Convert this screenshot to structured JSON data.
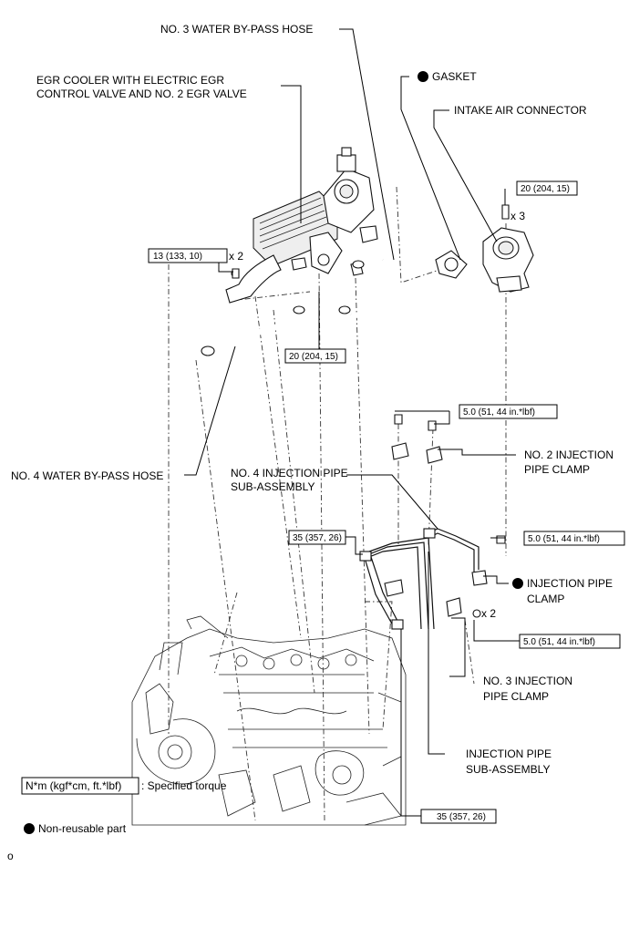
{
  "labels": {
    "water_hose_3": "NO. 3 WATER BY-PASS HOSE",
    "egr_line1": "EGR COOLER WITH ELECTRIC EGR",
    "egr_line2": "CONTROL VALVE AND NO. 2 EGR VALVE",
    "gasket": "GASKET",
    "intake_air": "INTAKE AIR CONNECTOR",
    "water_hose_4": "NO. 4 WATER BY-PASS HOSE",
    "inj_pipe4_line1": "NO. 4 INJECTION PIPE",
    "inj_pipe4_line2": "SUB-ASSEMBLY",
    "clamp2_line1": "NO. 2 INJECTION",
    "clamp2_line2": "PIPE CLAMP",
    "inj_clamp_line1": "INJECTION PIPE",
    "inj_clamp_line2": "CLAMP",
    "clamp3_line1": "NO. 3 INJECTION",
    "clamp3_line2": "PIPE CLAMP",
    "inj_pipe_line1": "INJECTION PIPE",
    "inj_pipe_line2": "SUB-ASSEMBLY"
  },
  "torques": {
    "t_13": "13 (133, 10)",
    "t_20_top": "20 (204, 15)",
    "t_20_mid": "20 (204, 15)",
    "t_5_a": "5.0 (51, 44 in.*lbf)",
    "t_5_b": "5.0 (51, 44 in.*lbf)",
    "t_5_c": "5.0 (51, 44 in.*lbf)",
    "t_35_a": "35 (357, 26)",
    "t_35_b": "35 (357, 26)"
  },
  "multipliers": {
    "x2_a": "x 2",
    "x3": "x 3",
    "x2_b": "x 2"
  },
  "legend": {
    "torque_unit": "N*m (kgf*cm, ft.*lbf)",
    "torque_desc": ": Specified torque",
    "nonreusable": "Non-reusable part"
  },
  "footer": {
    "code": "o"
  }
}
